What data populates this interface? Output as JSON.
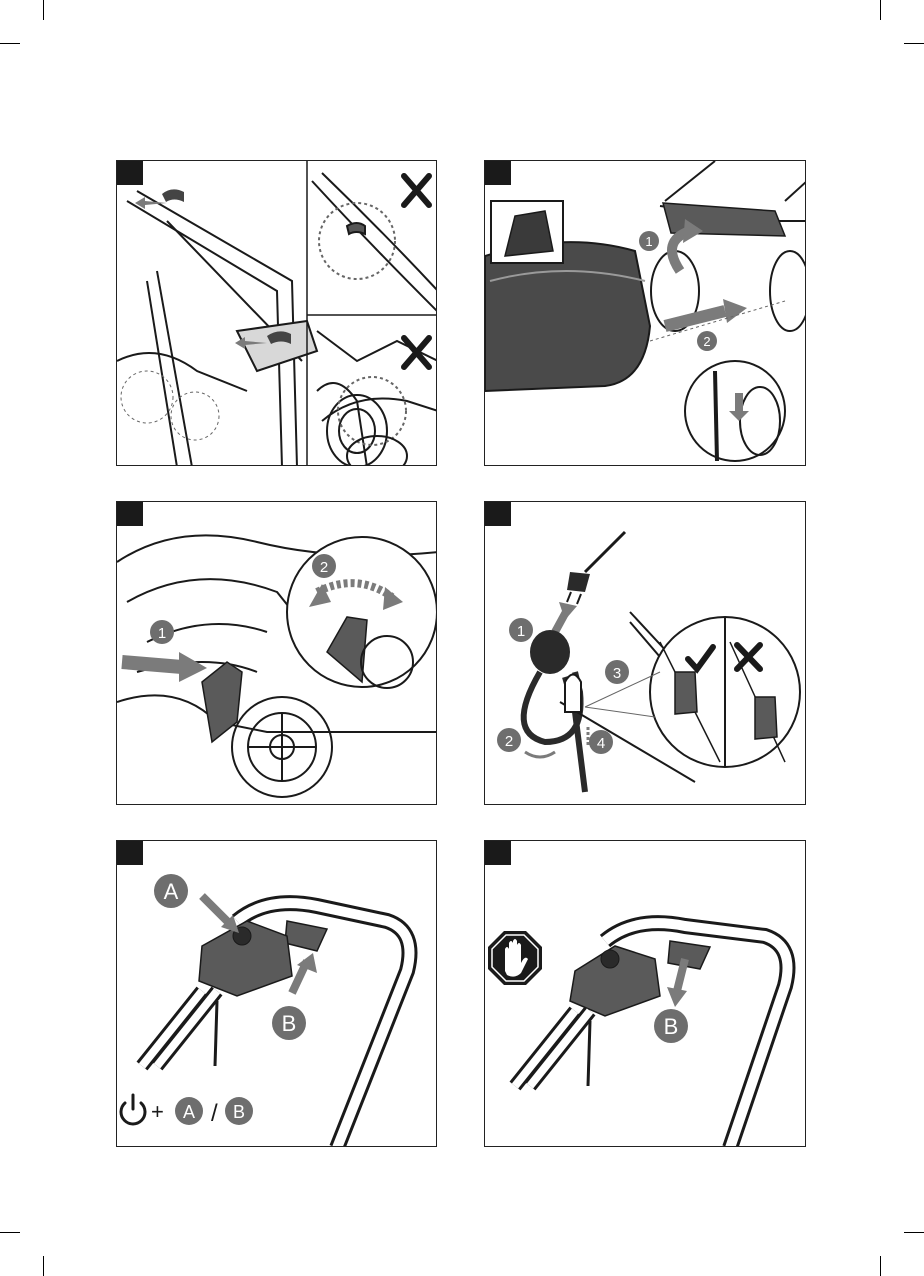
{
  "colors": {
    "line": "#1a1a1a",
    "grey_dark": "#5a5a5a",
    "grey_mid": "#8a8a8a",
    "grey_light": "#c8c8c8",
    "arrow": "#7b7b7b",
    "circle": "#6e6e6e"
  },
  "panel_b": {
    "markers": [
      "1",
      "2"
    ]
  },
  "panel_c": {
    "markers": [
      "1",
      "2"
    ]
  },
  "panel_d": {
    "markers": [
      "1",
      "2",
      "3",
      "4"
    ],
    "ok_icon": "check-icon",
    "bad_icon": "cross-icon"
  },
  "panel_e": {
    "callouts": [
      "A",
      "B"
    ],
    "combo": {
      "plus": "+",
      "sep": "/",
      "a": "A",
      "b": "B"
    }
  },
  "panel_f": {
    "callouts": [
      "B"
    ],
    "stop_icon": "stop-hand-icon"
  }
}
